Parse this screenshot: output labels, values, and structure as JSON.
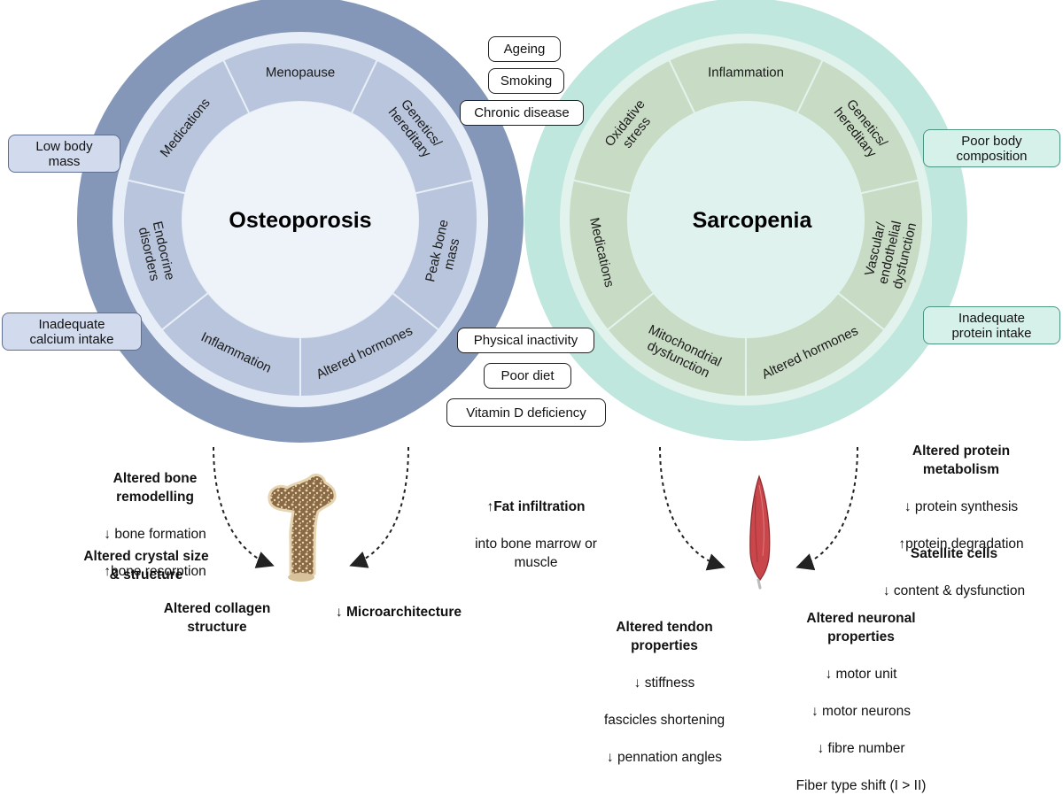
{
  "osteoporosis": {
    "title": "Osteoporosis",
    "factors": [
      "Menopause",
      "Genetics/\nhereditary",
      "Peak bone\nmass",
      "Altered hormones",
      "Inflammation",
      "Endocrine\ndisorders",
      "Medications"
    ],
    "outer_factors": [
      "Low body\nmass",
      "Inadequate\ncalcium intake"
    ]
  },
  "sarcopenia": {
    "title": "Sarcopenia",
    "factors": [
      "Inflammation",
      "Genetics/\nhereditary",
      "Vascular/\nendothelial\ndysfunction",
      "Altered hormones",
      "Mitochondrial\ndysfunction",
      "Medications",
      "Oxidative\nstress"
    ],
    "outer_factors": [
      "Poor body\ncomposition",
      "Inadequate\nprotein intake"
    ]
  },
  "shared_factors_top": [
    "Ageing",
    "Smoking",
    "Chronic disease"
  ],
  "shared_factors_bottom": [
    "Physical inactivity",
    "Poor diet",
    "Vitamin D deficiency"
  ],
  "bone_effects": {
    "remodelling": {
      "title": "Altered bone\nremodelling",
      "lines": [
        "↓ bone formation",
        "↑bone resorption"
      ]
    },
    "crystal": "Altered crystal size\n& structure",
    "collagen": "Altered collagen\nstructure",
    "microarchitecture": "↓ Microarchitecture"
  },
  "fat_infiltration": {
    "title": "↑Fat infiltration",
    "text": "into bone marrow or\nmuscle"
  },
  "muscle_effects": {
    "protein": {
      "title": "Altered protein\nmetabolism",
      "lines": [
        "↓ protein synthesis",
        "↑protein degradation"
      ]
    },
    "satellite": {
      "title": "Satellite cells",
      "lines": [
        "↓ content & dysfunction"
      ]
    },
    "tendon": {
      "title": "Altered tendon\nproperties",
      "lines": [
        "↓ stiffness",
        "fascicles shortening",
        "↓ pennation angles"
      ]
    },
    "neuronal": {
      "title": "Altered neuronal\nproperties",
      "lines": [
        "↓ motor unit",
        "↓ motor neurons",
        "↓ fibre number",
        "Fiber type shift (I > II)"
      ]
    }
  },
  "colors": {
    "osteo_outer": "#8597b8",
    "osteo_segment": "#b8c5dc",
    "osteo_center": "#eef3fa",
    "sarco_outer": "#bfe7dd",
    "sarco_segment": "#c8dcc5",
    "sarco_center": "#dff2ee"
  }
}
